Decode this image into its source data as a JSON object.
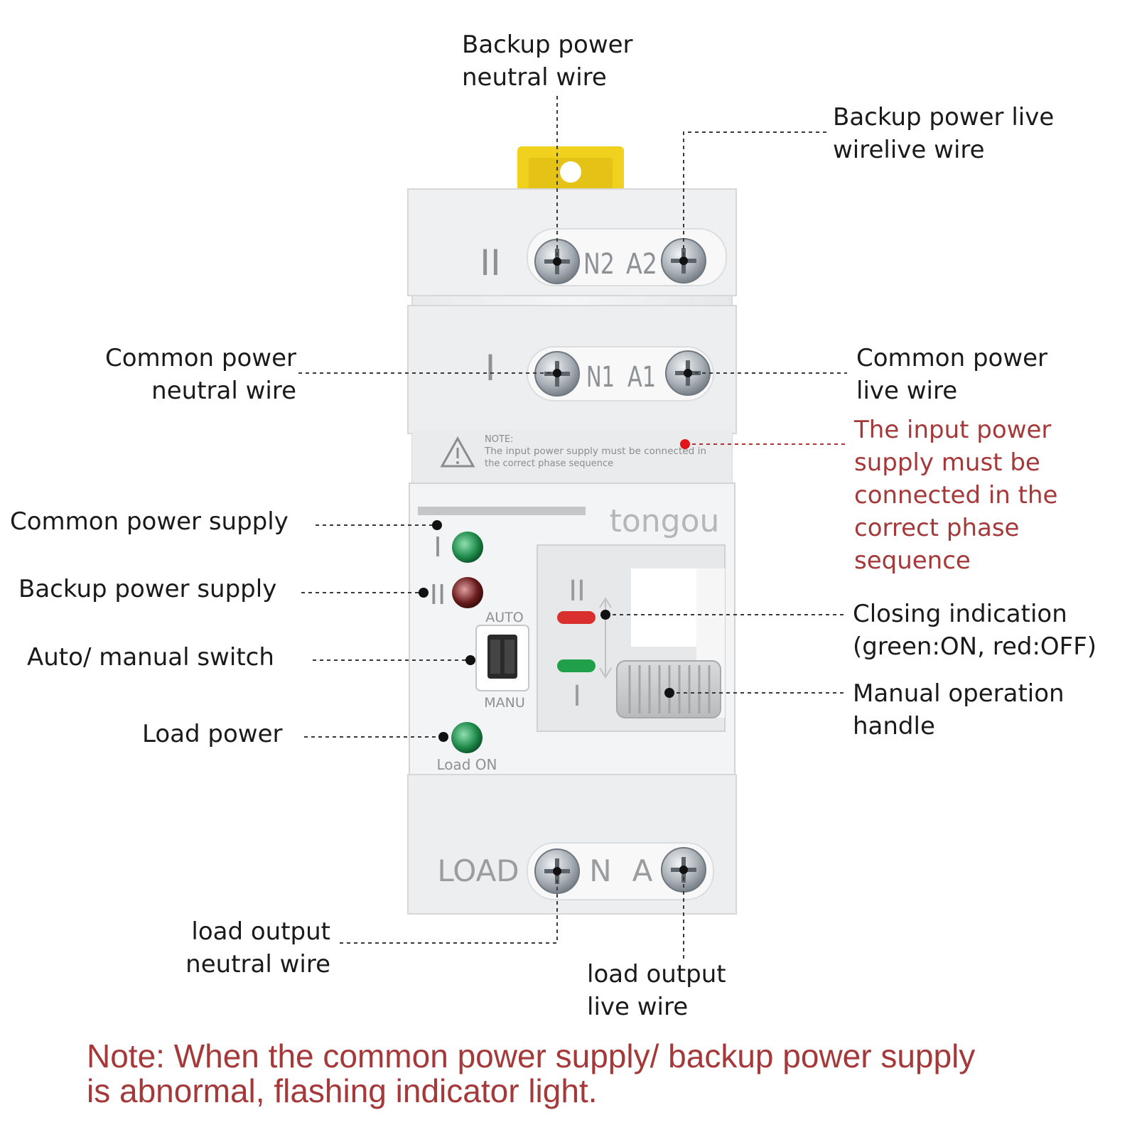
{
  "callouts": {
    "backup_neutral": [
      "Backup power",
      "neutral wire"
    ],
    "backup_live": [
      "Backup power live",
      "wirelive wire"
    ],
    "common_neutral": [
      "Common power",
      "neutral wire"
    ],
    "common_live": [
      "Common power",
      "live wire"
    ],
    "phase_note": [
      "The input power",
      "supply must be",
      "connected in the",
      "correct phase",
      "sequence"
    ],
    "common_supply": "Common power supply",
    "backup_supply": "Backup power supply",
    "auto_manual": "Auto/ manual switch",
    "closing": [
      "Closing indication",
      "(green:ON, red:OFF)"
    ],
    "manual_handle": [
      "Manual operation",
      "handle"
    ],
    "load_power": "Load power",
    "load_neutral": [
      "load output",
      "neutral wire"
    ],
    "load_live": [
      "load output",
      "live wire"
    ]
  },
  "device": {
    "brand": "tongou",
    "row_top": {
      "label": "II",
      "n": "N2",
      "a": "A2"
    },
    "row_mid": {
      "label": "I",
      "n": "N1",
      "a": "A1"
    },
    "row_bottom": {
      "label": "LOAD",
      "n": "N",
      "a": "A"
    },
    "panel_note_title": "NOTE:",
    "panel_note_l1": "The input power supply must be connected in",
    "panel_note_l2": "the correct phase sequence",
    "led_i_label": "I",
    "led_ii_label": "II",
    "switch_auto": "AUTO",
    "switch_manu": "MANU",
    "load_on": "Load ON",
    "window_ii": "II",
    "window_i": "I"
  },
  "note": {
    "line1": "Note: When the common power supply/ backup power supply",
    "line2": "is abnormal, flashing indicator light."
  },
  "colors": {
    "accent_red": "#a5393a",
    "din_clip": "#f0d21e",
    "led_green": "#1f8a4a",
    "led_red": "#6b1c1c"
  }
}
